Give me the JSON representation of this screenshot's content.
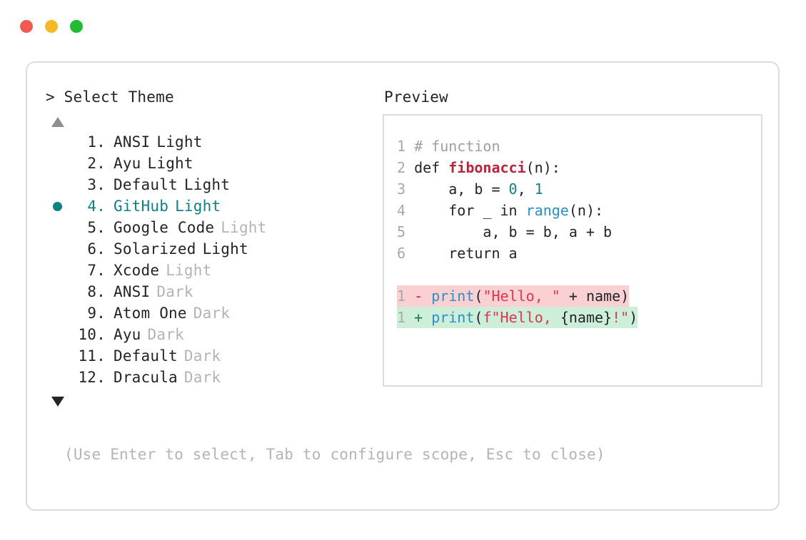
{
  "window": {
    "dots": [
      {
        "name": "close-dot",
        "color": "#f05a52"
      },
      {
        "name": "minimize-dot",
        "color": "#f5b827"
      },
      {
        "name": "maximize-dot",
        "color": "#23bb34"
      }
    ]
  },
  "left": {
    "prompt": "> Select Theme",
    "scroll_up_icon": "triangle-up",
    "scroll_down_icon": "triangle-down",
    "selected_index": 4,
    "items": [
      {
        "num": "1.",
        "name": "ANSI",
        "suffix": "Light",
        "suffix_dim": false,
        "selected": false
      },
      {
        "num": "2.",
        "name": "Ayu",
        "suffix": "Light",
        "suffix_dim": false,
        "selected": false
      },
      {
        "num": "3.",
        "name": "Default",
        "suffix": "Light",
        "suffix_dim": false,
        "selected": false
      },
      {
        "num": "4.",
        "name": "GitHub",
        "suffix": "Light",
        "suffix_dim": false,
        "selected": true
      },
      {
        "num": "5.",
        "name": "Google Code",
        "suffix": "Light",
        "suffix_dim": true,
        "selected": false
      },
      {
        "num": "6.",
        "name": "Solarized",
        "suffix": "Light",
        "suffix_dim": false,
        "selected": false
      },
      {
        "num": "7.",
        "name": "Xcode",
        "suffix": "Light",
        "suffix_dim": true,
        "selected": false
      },
      {
        "num": "8.",
        "name": "ANSI",
        "suffix": "Dark",
        "suffix_dim": true,
        "selected": false
      },
      {
        "num": "9.",
        "name": "Atom One",
        "suffix": "Dark",
        "suffix_dim": true,
        "selected": false
      },
      {
        "num": "10.",
        "name": "Ayu",
        "suffix": "Dark",
        "suffix_dim": true,
        "selected": false
      },
      {
        "num": "11.",
        "name": "Default",
        "suffix": "Dark",
        "suffix_dim": true,
        "selected": false
      },
      {
        "num": "12.",
        "name": "Dracula",
        "suffix": "Dark",
        "suffix_dim": true,
        "selected": false
      }
    ]
  },
  "right": {
    "heading": "Preview",
    "code_lines": [
      {
        "ln": "1",
        "tokens": [
          {
            "t": "# function",
            "c": "comment"
          }
        ]
      },
      {
        "ln": "2",
        "tokens": [
          {
            "t": "def ",
            "c": "keyword"
          },
          {
            "t": "fibonacci",
            "c": "func"
          },
          {
            "t": "(n):",
            "c": "plain"
          }
        ]
      },
      {
        "ln": "3",
        "tokens": [
          {
            "t": "    a, b = ",
            "c": "plain"
          },
          {
            "t": "0",
            "c": "number"
          },
          {
            "t": ", ",
            "c": "plain"
          },
          {
            "t": "1",
            "c": "number"
          }
        ]
      },
      {
        "ln": "4",
        "tokens": [
          {
            "t": "    for _ in ",
            "c": "plain"
          },
          {
            "t": "range",
            "c": "builtin"
          },
          {
            "t": "(n):",
            "c": "plain"
          }
        ]
      },
      {
        "ln": "5",
        "tokens": [
          {
            "t": "        a, b = b, a + b",
            "c": "plain"
          }
        ]
      },
      {
        "ln": "6",
        "tokens": [
          {
            "t": "    return a",
            "c": "plain"
          }
        ]
      }
    ],
    "diff_lines": [
      {
        "ln": "1",
        "kind": "del",
        "mark": "-",
        "tokens": [
          {
            "t": "print",
            "c": "builtin"
          },
          {
            "t": "(",
            "c": "plain"
          },
          {
            "t": "\"Hello, \"",
            "c": "string"
          },
          {
            "t": " + name)",
            "c": "plain"
          }
        ]
      },
      {
        "ln": "1",
        "kind": "add",
        "mark": "+",
        "tokens": [
          {
            "t": "print",
            "c": "builtin"
          },
          {
            "t": "(",
            "c": "plain"
          },
          {
            "t": "f\"Hello, ",
            "c": "string"
          },
          {
            "t": "{name}",
            "c": "plain"
          },
          {
            "t": "!\"",
            "c": "string"
          },
          {
            "t": ")",
            "c": "plain"
          }
        ]
      }
    ]
  },
  "footer": {
    "hint": "(Use Enter to select, Tab to configure scope, Esc to close)"
  }
}
